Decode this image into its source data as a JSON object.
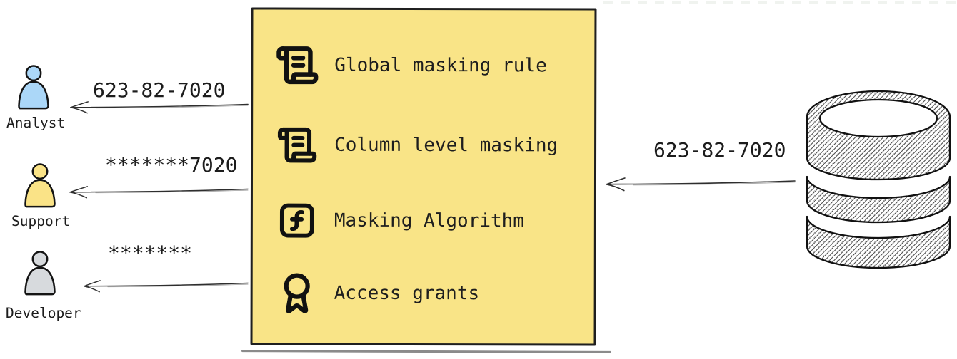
{
  "diagram": {
    "description": "dynamic data masking flow diagram",
    "ink_color": "#1d1d1d"
  },
  "personas": [
    {
      "name": "Analyst",
      "received_value": "623-82-7020",
      "color": "#abd7f8"
    },
    {
      "name": "Support",
      "received_value": "*******7020",
      "color": "#fae387"
    },
    {
      "name": "Developer",
      "received_value": "*******",
      "color": "#d7dadd"
    }
  ],
  "masking_box": {
    "fill": "#f9e487",
    "border": "#1f1f1f",
    "items": [
      {
        "icon": "scroll-icon",
        "label": "Global masking rule"
      },
      {
        "icon": "scroll-icon",
        "label": "Column level masking"
      },
      {
        "icon": "function-icon",
        "label": "Masking Algorithm"
      },
      {
        "icon": "award-icon",
        "label": "Access grants"
      }
    ]
  },
  "database": {
    "icon": "database-icon",
    "value_sent": "623-82-7020"
  }
}
